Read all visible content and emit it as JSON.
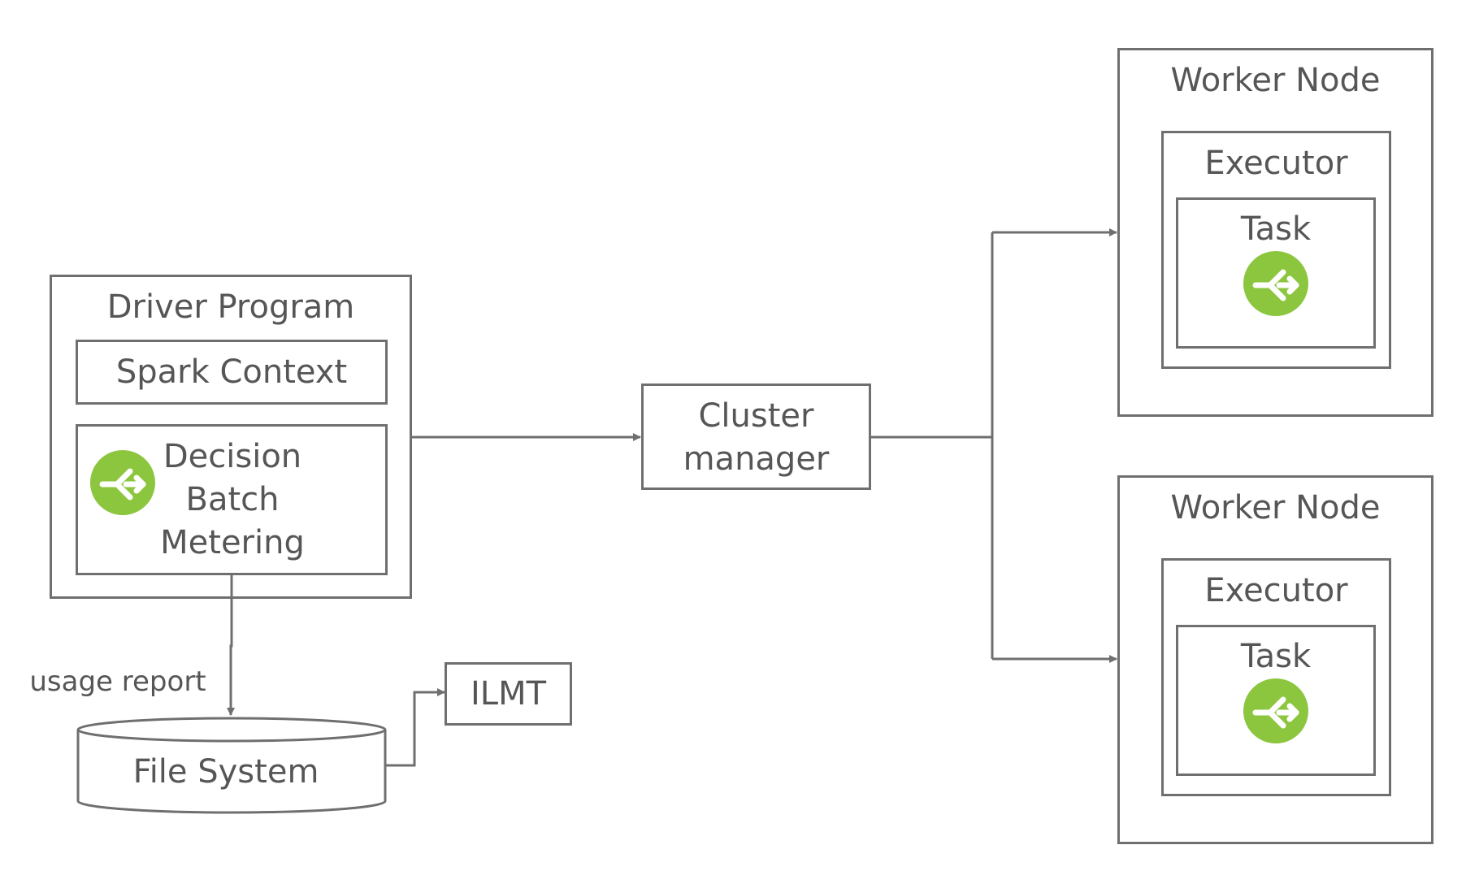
{
  "driver": {
    "title": "Driver Program",
    "spark_context": "Spark Context",
    "metering_lines": [
      "Decision",
      "Batch",
      "Metering"
    ],
    "metering_icon": "branch-merge-icon"
  },
  "cluster_manager": {
    "lines": [
      "Cluster",
      "manager"
    ]
  },
  "workers": [
    {
      "title": "Worker Node",
      "executor": "Executor",
      "task": "Task",
      "icon": "branch-merge-icon"
    },
    {
      "title": "Worker Node",
      "executor": "Executor",
      "task": "Task",
      "icon": "branch-merge-icon"
    }
  ],
  "usage_report_label": "usage report",
  "file_system_label": "File System",
  "ilmt_label": "ILMT",
  "colors": {
    "icon_green": "#8cc63f",
    "line": "#6f6f6f",
    "text": "#565656"
  }
}
